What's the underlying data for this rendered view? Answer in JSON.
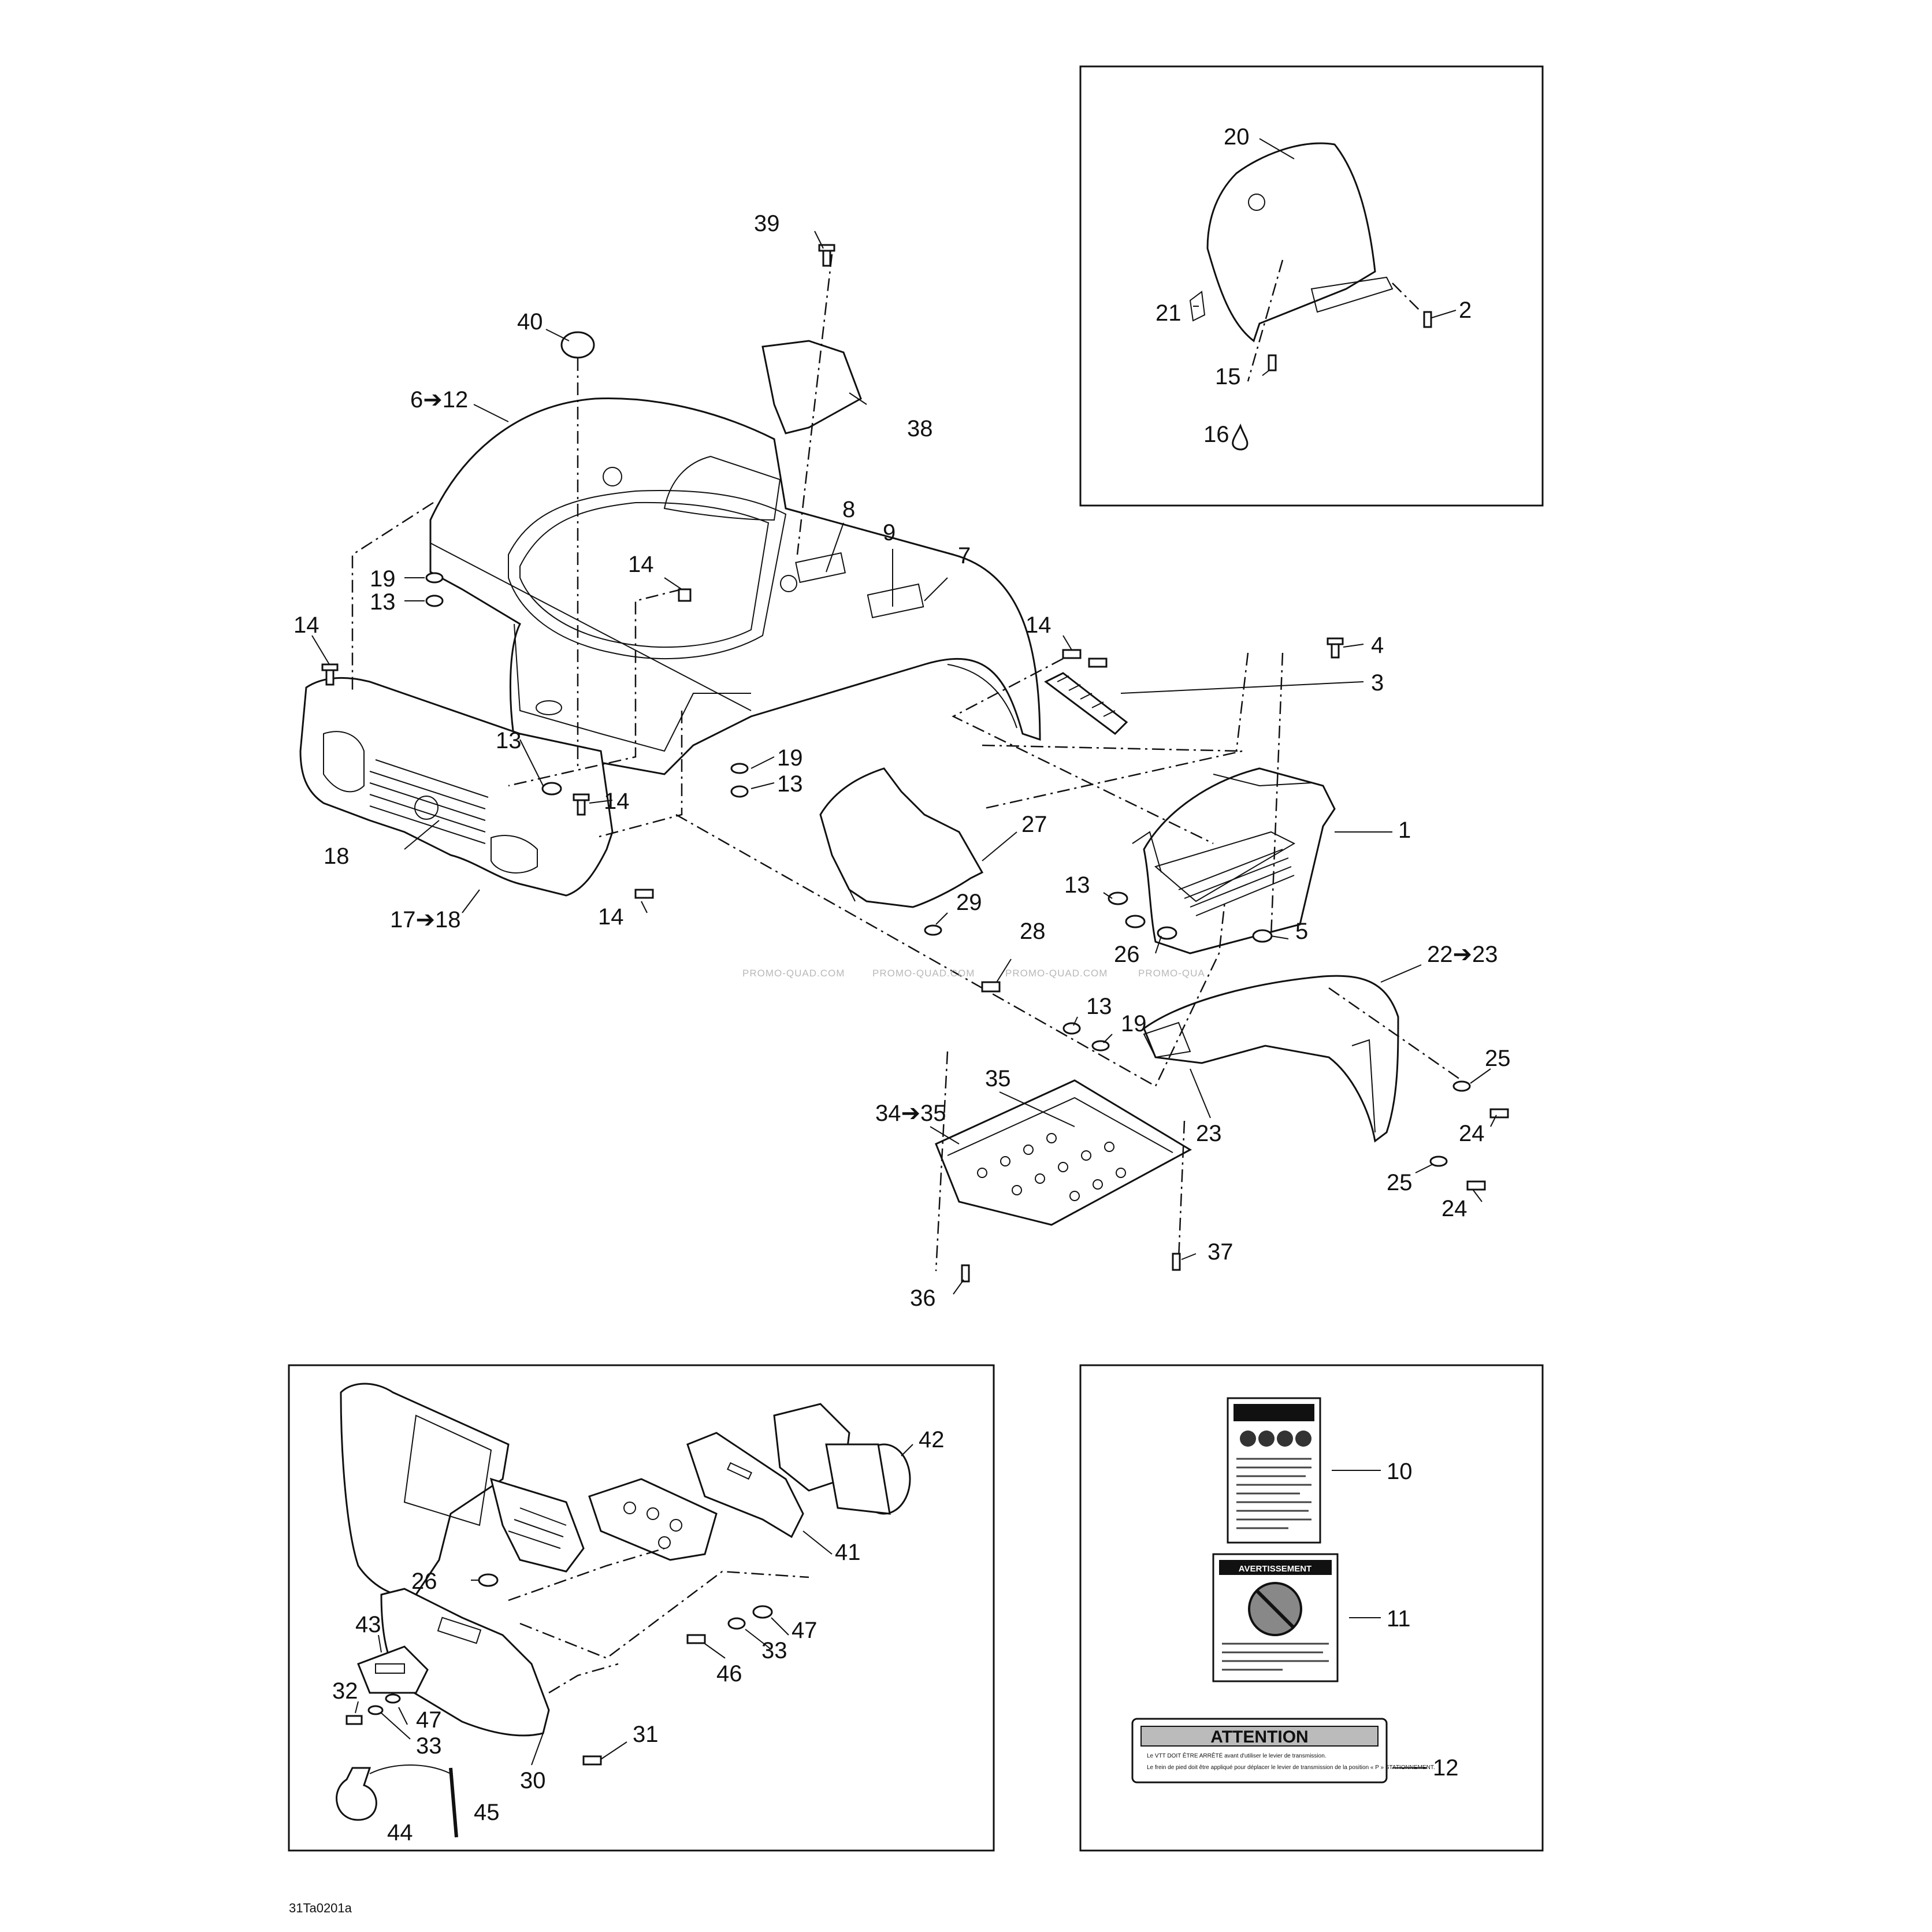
{
  "diagram_code": "31Ta0201a",
  "watermarks": [
    "PROMO-QUAD.COM",
    "PROMO-QUAD.COM",
    "PROMO-QUAD.COM",
    "PROMO-QUA"
  ],
  "labels": {
    "l1": "1",
    "l2": "2",
    "l3": "3",
    "l4": "4",
    "l5": "5",
    "l6_12": "6➔12",
    "l7": "7",
    "l8": "8",
    "l9": "9",
    "l10": "10",
    "l11": "11",
    "l12": "12",
    "l13a": "13",
    "l13b": "13",
    "l13c": "13",
    "l13d": "13",
    "l13e": "13",
    "l14a": "14",
    "l14b": "14",
    "l14c": "14",
    "l14d": "14",
    "l14e": "14",
    "l15": "15",
    "l16": "16",
    "l17_18": "17➔18",
    "l18": "18",
    "l19a": "19",
    "l19b": "19",
    "l19c": "19",
    "l20": "20",
    "l21": "21",
    "l22_23": "22➔23",
    "l23": "23",
    "l24a": "24",
    "l24b": "24",
    "l25a": "25",
    "l25b": "25",
    "l26a": "26",
    "l26b": "26",
    "l27": "27",
    "l28": "28",
    "l29": "29",
    "l30": "30",
    "l31": "31",
    "l32": "32",
    "l33a": "33",
    "l33b": "33",
    "l34_35": "34➔35",
    "l35": "35",
    "l36": "36",
    "l37": "37",
    "l38": "38",
    "l39": "39",
    "l40": "40",
    "l41": "41",
    "l42": "42",
    "l43": "43",
    "l44": "44",
    "l45": "45",
    "l46": "46",
    "l47a": "47",
    "l47b": "47"
  },
  "decals": {
    "attention_title": "ATTENTION",
    "warning_title": "AVERTISSEMENT",
    "attention_line1": "Le VTT DOIT ÊTRE ARRÊTÉ avant d'utiliser le levier de transmission.",
    "attention_line2": "Le frein de pied doit être appliqué pour déplacer le levier de transmission de la position « P » STATIONNEMENT."
  }
}
